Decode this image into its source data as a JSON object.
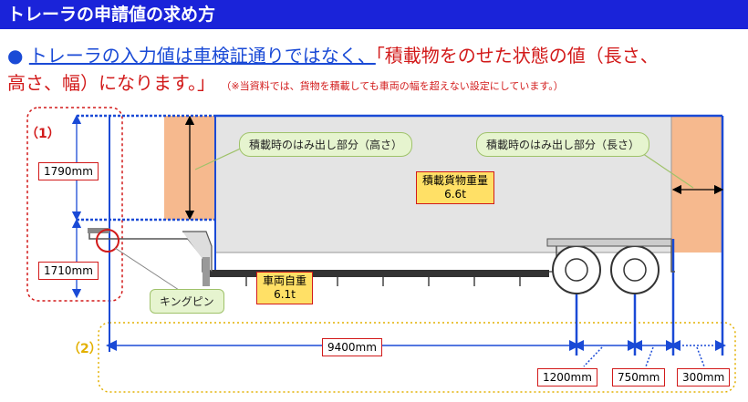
{
  "title": "トレーラの申請値の求め方",
  "headline": {
    "bullet": "●",
    "underlined": "トレーラの入力値は車検証通りではなく、",
    "quote_line1": "「積載物をのせた状態の値（長さ、",
    "quote_line2": "高さ、幅）になります。」",
    "note": "（※当資料では、貨物を積載しても車両の幅を超えない設定にしています。）"
  },
  "sections": {
    "s1": "（1）",
    "s2": "（2）"
  },
  "callouts": {
    "overhang_height": "積載時のはみ出し部分（高さ）",
    "overhang_length": "積載時のはみ出し部分（長さ）",
    "kingpin": "キングピン"
  },
  "weights": {
    "cargo_label": "積載貨物重量",
    "cargo_value": "6.6t",
    "vehicle_label": "車両自重",
    "vehicle_value": "6.1t"
  },
  "dimensions": {
    "h_upper": "1790mm",
    "h_lower": "1710mm",
    "len_main": "9400mm",
    "len_a": "1200mm",
    "len_b": "750mm",
    "len_c": "300mm"
  },
  "colors": {
    "title_bg": "#1a23d9",
    "accent_blue": "#1a4ad6",
    "accent_red": "#d21a1a",
    "overhang_fill": "#f6b98e",
    "cargo_fill": "#e4e4e4",
    "callout_green": "#e6f4cf",
    "weight_yellow": "#ffe066",
    "section_gold": "#e3b000"
  }
}
